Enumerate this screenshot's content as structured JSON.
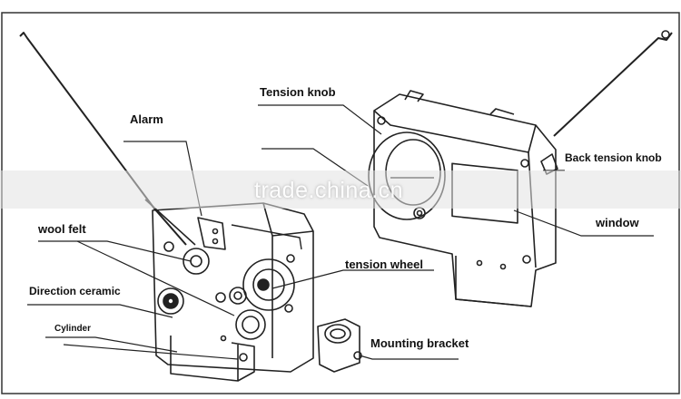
{
  "labels": {
    "tension_knob": "Tension knob",
    "alarm": "Alarm",
    "back_tension_knob": "Back tension knob",
    "window": "window",
    "wool_felt": "wool felt",
    "tension_wheel": "tension wheel",
    "direction_ceramic": "Direction ceramic",
    "cylinder": "Cylinder",
    "mounting_bracket": "Mounting bracket"
  },
  "watermark": "trade.china.cn",
  "colors": {
    "line": "#222222",
    "background": "#ffffff"
  }
}
